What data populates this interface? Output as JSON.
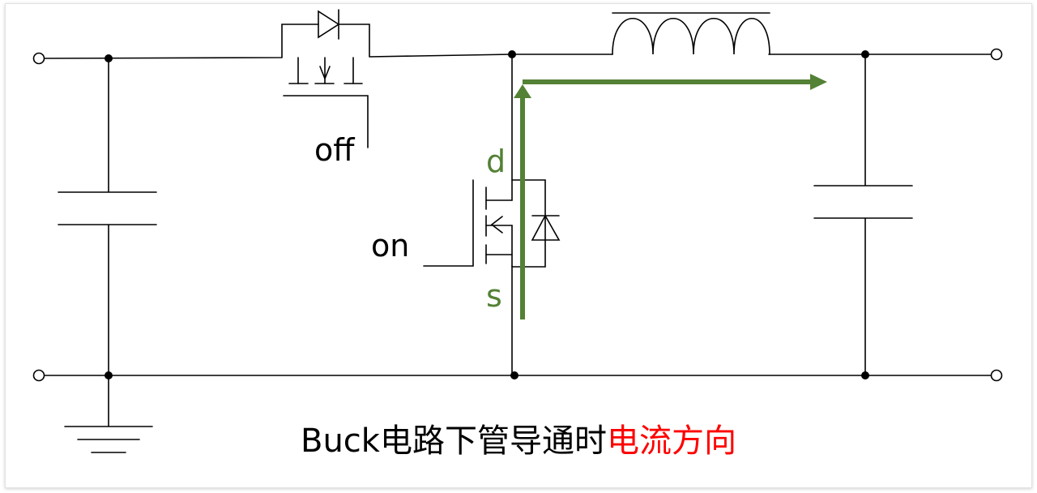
{
  "labels": {
    "high_side_gate": "off",
    "low_side_gate": "on",
    "drain": "d",
    "source": "s"
  },
  "caption": {
    "black_part": "Buck电路下管导通时",
    "red_part": "电流方向"
  },
  "colors": {
    "wire": "#000000",
    "current_arrow": "#538135",
    "caption_highlight": "#ff0000"
  }
}
